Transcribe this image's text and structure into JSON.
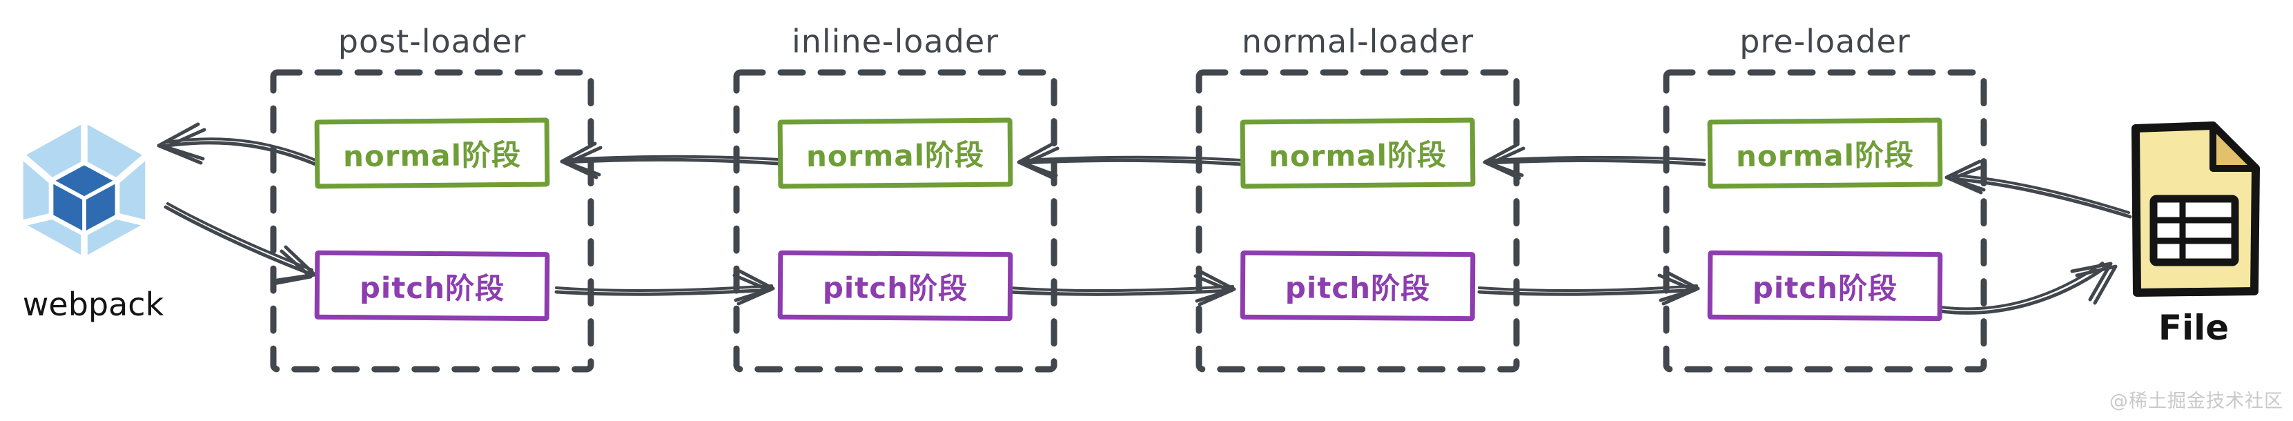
{
  "diagram": {
    "nodes": {
      "webpack": {
        "label": "webpack"
      },
      "file": {
        "label": "File"
      }
    },
    "loaders": [
      {
        "title": "post-loader",
        "normal_phase": "normal阶段",
        "pitch_phase": "pitch阶段"
      },
      {
        "title": "inline-loader",
        "normal_phase": "normal阶段",
        "pitch_phase": "pitch阶段"
      },
      {
        "title": "normal-loader",
        "normal_phase": "normal阶段",
        "pitch_phase": "pitch阶段"
      },
      {
        "title": "pre-loader",
        "normal_phase": "normal阶段",
        "pitch_phase": "pitch阶段"
      }
    ],
    "arrows": [
      {
        "from": "inline-loader.normal",
        "to": "post-loader.normal",
        "row": "normal"
      },
      {
        "from": "normal-loader.normal",
        "to": "inline-loader.normal",
        "row": "normal"
      },
      {
        "from": "pre-loader.normal",
        "to": "normal-loader.normal",
        "row": "normal"
      },
      {
        "from": "file",
        "to": "pre-loader.normal",
        "row": "normal"
      },
      {
        "from": "post-loader.normal",
        "to": "webpack",
        "row": "normal"
      },
      {
        "from": "webpack",
        "to": "post-loader.pitch",
        "row": "pitch"
      },
      {
        "from": "post-loader.pitch",
        "to": "inline-loader.pitch",
        "row": "pitch"
      },
      {
        "from": "inline-loader.pitch",
        "to": "normal-loader.pitch",
        "row": "pitch"
      },
      {
        "from": "normal-loader.pitch",
        "to": "pre-loader.pitch",
        "row": "pitch"
      },
      {
        "from": "pre-loader.pitch",
        "to": "file",
        "row": "pitch"
      }
    ],
    "watermark": "@稀土掘金技术社区",
    "colors": {
      "outline_gray": "#42474d",
      "normal_phase_green": "#6f9e37",
      "pitch_phase_purple": "#8d3daf",
      "webpack_light_blue": "#b3d8f2",
      "webpack_dark_blue": "#2e6bb1",
      "file_fill": "#f6e7a3",
      "file_fold": "#e3c06c",
      "watermark_gray": "#c9c9c9"
    }
  }
}
